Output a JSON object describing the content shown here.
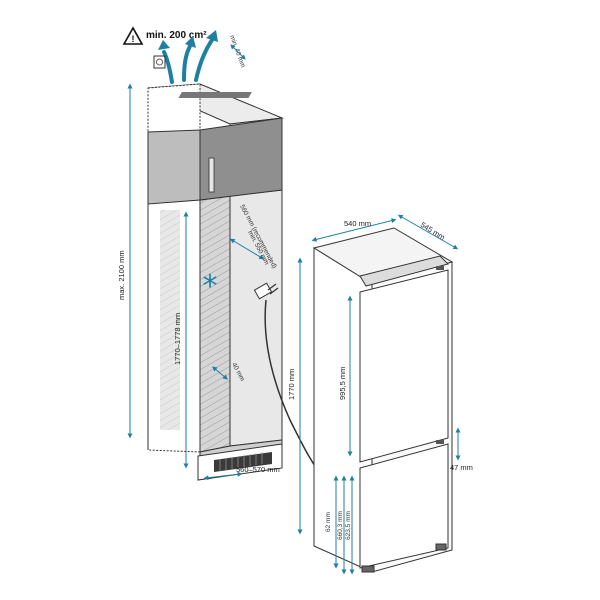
{
  "colors": {
    "dimension": "#1f7fa3",
    "outline": "#333333",
    "cabinet_fill": "#e3e3e3",
    "cabinet_side": "#bdbdbd",
    "upper_cabinet": "#9a9a9a",
    "appliance_fill": "#f2f2f2",
    "grille": "#3a3a3a"
  },
  "ventilation": {
    "area_label": "min. 200 cm²",
    "top_gap_label": "min. 40 mm",
    "icons": [
      "warning-icon",
      "airflow-arrows-icon"
    ]
  },
  "niche": {
    "height_label": "max. 2100 mm",
    "niche_height_label": "1770–1778 mm",
    "depth_recommended_label": "560 mm (recommended)",
    "depth_min_label": "min. 550 mm",
    "rear_gap_label": "40 mm",
    "width_label": "560–570 mm"
  },
  "appliance": {
    "width_label": "540 mm",
    "depth_label": "545 mm",
    "height_label": "1770 mm",
    "upper_door_label": "995,5 mm",
    "gap_label": "47 mm",
    "bottom_62_label": "62 mm",
    "bottom_6603_label": "660,3 mm",
    "bottom_6235_label": "623,5 mm"
  }
}
